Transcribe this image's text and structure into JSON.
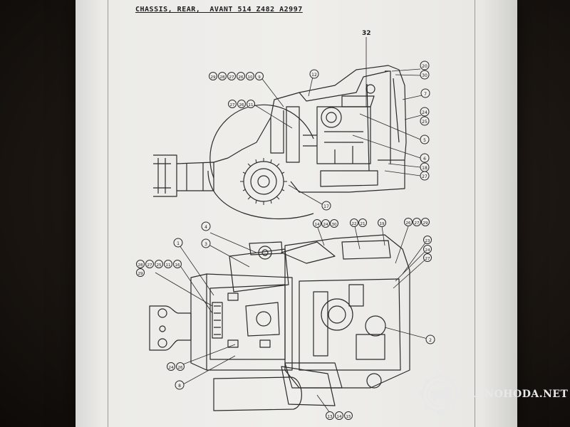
{
  "header": {
    "title": "CHASSIS, REAR,  AVANT 514 Z482 A2997"
  },
  "colors": {
    "line": "#2a2a2a",
    "paper": "#efeeeb",
    "background": "#18130f",
    "watermark": "#e8e8e8"
  },
  "callouts_top": {
    "c32": "32",
    "c20": "20",
    "c30": "30",
    "c7": "7",
    "c24": "24",
    "c25": "25",
    "c5": "5",
    "c6": "6",
    "c18": "18",
    "c27": "27",
    "c12": "12",
    "c17": "17",
    "row_a": [
      "29",
      "28",
      "27",
      "26",
      "10",
      "9"
    ],
    "row_b": [
      "27",
      "26",
      "11"
    ]
  },
  "callouts_bottom": {
    "c4": "4",
    "c3": "3",
    "c1": "1",
    "row_c": [
      "14",
      "24",
      "30"
    ],
    "row_d": [
      "22",
      "21"
    ],
    "c19": "19",
    "row_e": [
      "26",
      "27",
      "29"
    ],
    "c23": "23",
    "c24": "24",
    "c27": "27",
    "row_left_a": [
      "28",
      "27",
      "25",
      "11",
      "16"
    ],
    "c29": "29",
    "c2": "2",
    "row_f": [
      "24",
      "26"
    ],
    "c8": "8",
    "row_g": [
      "13",
      "14",
      "15"
    ]
  },
  "watermark": {
    "text": "LUNOHODA.NET",
    "logo": "truck-gear-logo"
  }
}
